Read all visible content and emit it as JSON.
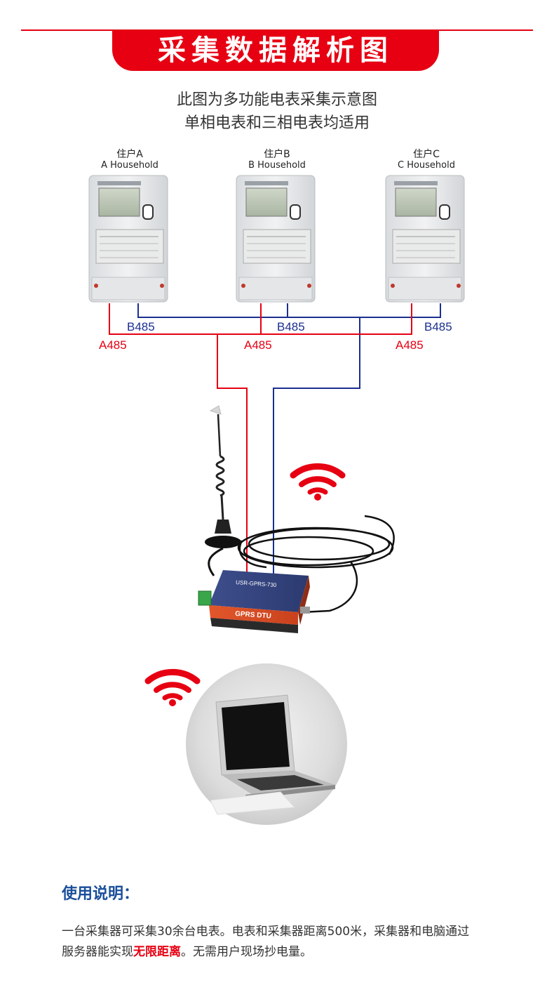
{
  "header": {
    "title": "采集数据解析图"
  },
  "intro": {
    "line1": "此图为多功能电表采集示意图",
    "line2": "单相电表和三相电表均适用"
  },
  "meters": [
    {
      "label_zh": "住户A",
      "label_en": "A Household"
    },
    {
      "label_zh": "住户B",
      "label_en": "B Household"
    },
    {
      "label_zh": "住户C",
      "label_en": "C Household"
    }
  ],
  "bus_labels": {
    "b": "B485",
    "a": "A485"
  },
  "device": {
    "label_top": "USR-GPRS-730",
    "label_bottom": "GPRS  DTU"
  },
  "colors": {
    "accent": "#e60012",
    "bus_a": "#e60012",
    "bus_b": "#1b2f8f",
    "instr_title": "#1a4e9a"
  },
  "instructions": {
    "title": "使用说明：",
    "line1": "一台采集器可采集30余台电表。电表和采集器距离500米，采集器和电脑通过",
    "line2_prefix": "服务器能实现",
    "line2_highlight": "无限距离",
    "line2_suffix": "。无需用户现场抄电量。"
  }
}
